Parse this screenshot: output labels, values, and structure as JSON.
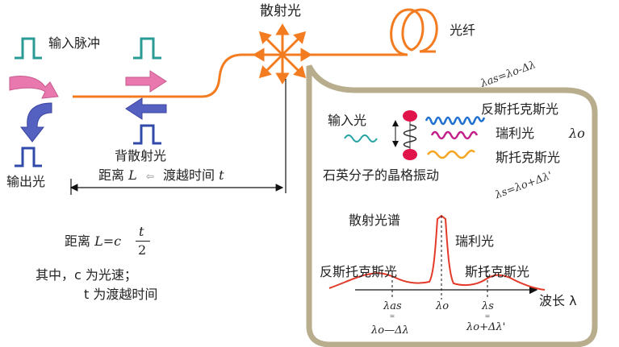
{
  "labels": {
    "input_pulse": "输入脉冲",
    "output_light": "输出光",
    "back_scatter": "背散射光",
    "distance_word": "距离",
    "L": "L",
    "travel_time_word": "渡越时间",
    "t": "t",
    "scattered_light": "散射光",
    "fiber": "光纤",
    "input_light": "输入光",
    "anti_stokes_light": "反斯托克斯光",
    "rayleigh_light": "瑞利光",
    "lambda_o": "λo",
    "stokes_light": "斯托克斯光",
    "quartz_lattice": "石英分子的晶格振动",
    "lambda_as_eq": "λas=λo-Δλ",
    "lambda_s_eq": "λs=λo+Δλ'",
    "scatter_spectrum": "散射光谱",
    "rayleigh_peak": "瑞利光",
    "anti_stokes_peak": "反斯托克斯光",
    "stokes_peak": "斯托克斯光",
    "wavelength": "波长 λ",
    "tick_as": "λas",
    "tick_o": "λo",
    "tick_s": "λs",
    "eq_as_bottom": "λo—Δλ",
    "eq_s_bottom": "λo+Δλ'",
    "formula_prefix": "距离",
    "formula_L": "L=c",
    "formula_num": "t",
    "formula_den": "2",
    "where_line": "其中，c 为光速；",
    "t_line": "t 为渡越时间"
  },
  "colors": {
    "fiber": "#f47c20",
    "panel_border": "#b8ae8e",
    "pulse_teal": "#2a9a94",
    "pulse_blue": "#2f4aa8",
    "arrow_pink": "#e978ae",
    "arrow_blue": "#5561c0",
    "peak_red": "#e33a2a",
    "wave_blue": "#1e6fd0",
    "wave_magenta": "#c41f8a",
    "wave_orange": "#f5a623",
    "wave_cyan": "#23a3a3"
  },
  "chart_data": {
    "type": "line",
    "title": "散射光谱",
    "xlabel": "波长 λ",
    "ylabel": "",
    "x_ticks": [
      "λas",
      "λo",
      "λs"
    ],
    "peaks": [
      "反斯托克斯光",
      "瑞利光",
      "斯托克斯光"
    ]
  }
}
